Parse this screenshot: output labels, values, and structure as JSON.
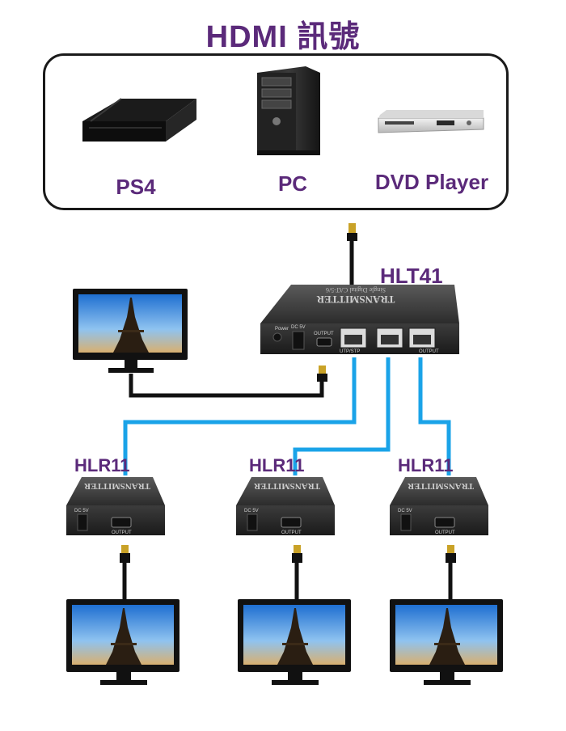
{
  "title": "HDMI 訊號",
  "sources": [
    {
      "label": "PS4",
      "icon": "ps4-console-icon"
    },
    {
      "label": "PC",
      "icon": "pc-tower-icon"
    },
    {
      "label": "DVD Player",
      "icon": "dvd-player-icon"
    }
  ],
  "transmitter": {
    "model": "HLT41",
    "case_text": "TRANSMITTER",
    "sub_text": "Single Digital CAT-5/6",
    "port_labels": [
      "Power",
      "DC 5V",
      "OUTPUT",
      "UTP/STP",
      "OUTPUT"
    ]
  },
  "receivers": [
    {
      "model": "HLR11",
      "case_text": "TRANSMITTER",
      "port_labels": [
        "DC 5V",
        "OUTPUT"
      ]
    },
    {
      "model": "HLR11",
      "case_text": "TRANSMITTER",
      "port_labels": [
        "DC 5V",
        "OUTPUT"
      ]
    },
    {
      "model": "HLR11",
      "case_text": "TRANSMITTER",
      "port_labels": [
        "DC 5V",
        "OUTPUT"
      ]
    }
  ],
  "colors": {
    "accent": "#5b2a7a",
    "cat_cable": "#1aa3e8",
    "hdmi_cable": "#111111",
    "connector_gold": "#c9a227"
  }
}
